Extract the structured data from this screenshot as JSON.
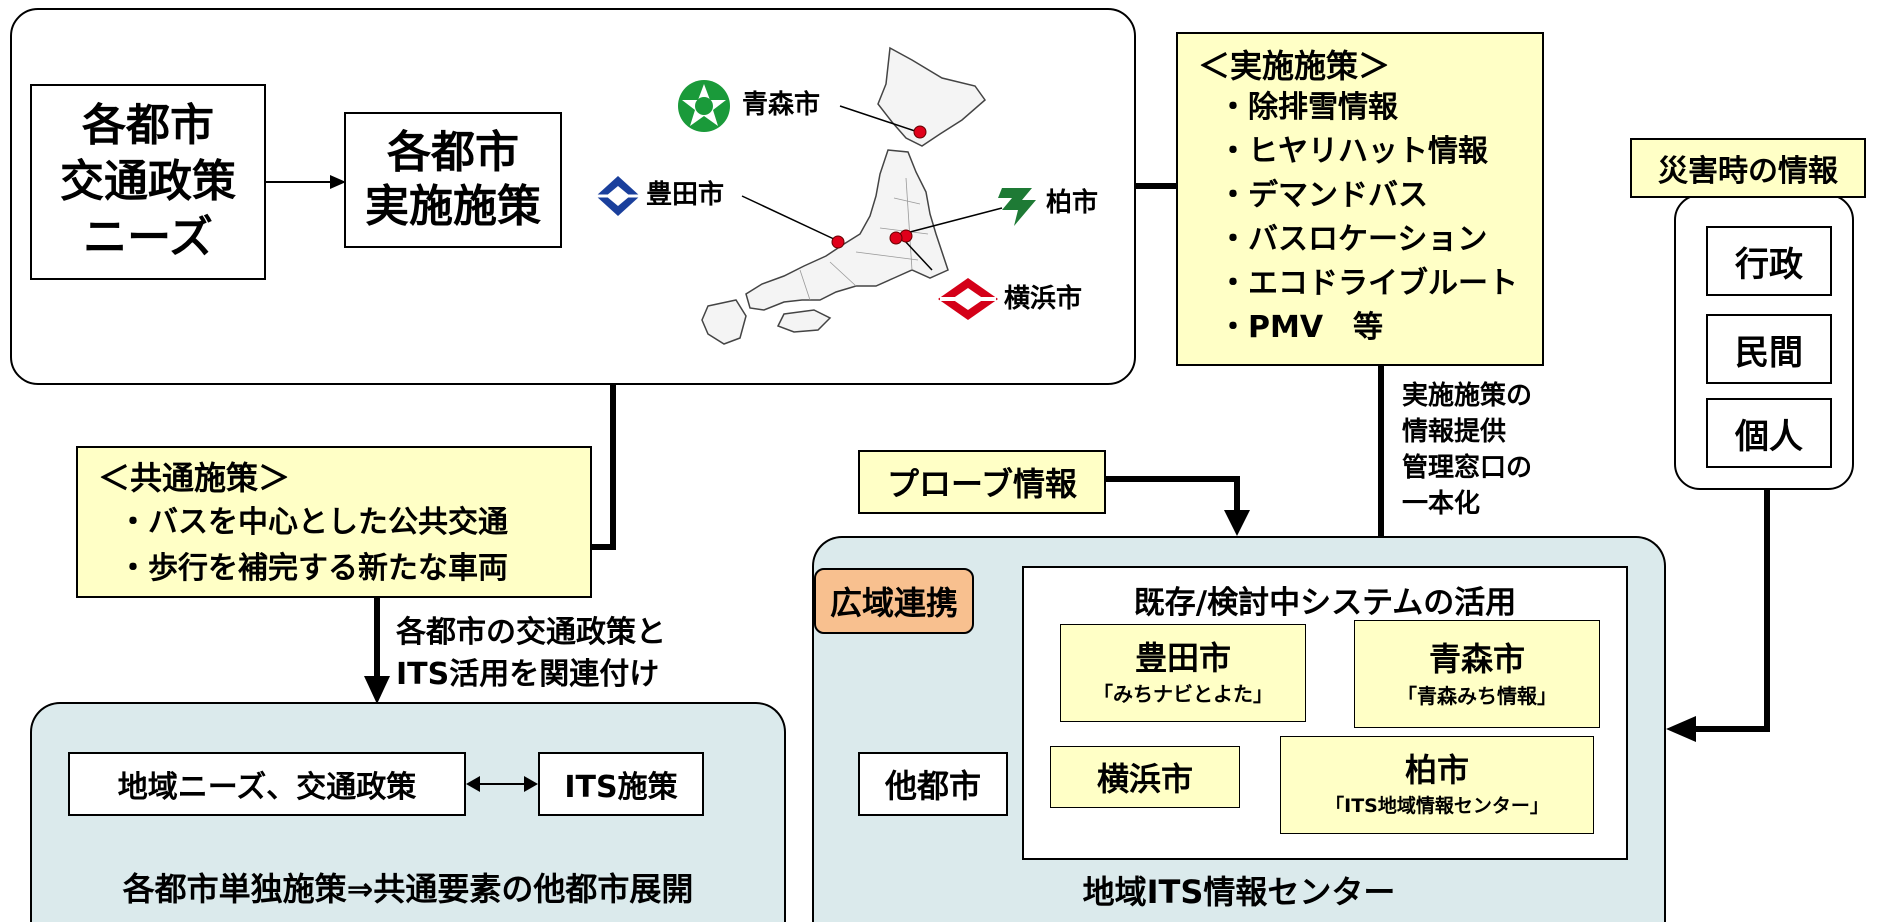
{
  "top_panel": {
    "needs_box": "各都市\n交通政策\nニーズ",
    "implement_box": "各都市\n実施施策",
    "map_cities": {
      "aomori": "青森市",
      "toyota": "豊田市",
      "kashiwa": "柏市",
      "yokohama": "横浜市"
    }
  },
  "implementation": {
    "title": "＜実施施策＞",
    "items": [
      "・除排雪情報",
      "・ヒヤリハット情報",
      "・デマンドバス",
      "・バスロケーション",
      "・エコドライブルート",
      "・PMV　等"
    ]
  },
  "disaster": {
    "title": "災害時の情報",
    "items": [
      "行政",
      "民間",
      "個人"
    ]
  },
  "common": {
    "title": "＜共通施策＞",
    "items": [
      "・バスを中心とした公共交通",
      "・歩行を補完する新たな車両"
    ]
  },
  "arrow_label_left": "各都市の交通政策と\nITS活用を関連付け",
  "arrow_label_right": "実施施策の\n情報提供\n管理窓口の\n一本化",
  "probe_box": "プローブ情報",
  "bottom_left": {
    "left_box": "地域ニーズ、交通政策",
    "right_box": "ITS施策",
    "caption": "各都市単独施策⇒共通要素の他都市展開"
  },
  "bottom_right": {
    "wide_area": "広域連携",
    "other_cities": "他都市",
    "inner_title": "既存/検討中システムの活用",
    "caption": "地域ITS情報センター",
    "toyota_name": "豊田市",
    "toyota_sub": "「みちナビとよた」",
    "aomori_name": "青森市",
    "aomori_sub": "「青森みち情報」",
    "yokohama_name": "横浜市",
    "kashiwa_name": "柏市",
    "kashiwa_sub": "「ITS地域情報センター」"
  },
  "colors": {
    "yellow": "#ffffc6",
    "teal": "#dbeaec",
    "orange": "#f8c08f",
    "marker_red": "#e0001a",
    "aomori_green": "#1a9a3a",
    "toyota_blue": "#1a3f9c",
    "kashiwa_green": "#1e7a35",
    "yokohama_red": "#d40018"
  }
}
